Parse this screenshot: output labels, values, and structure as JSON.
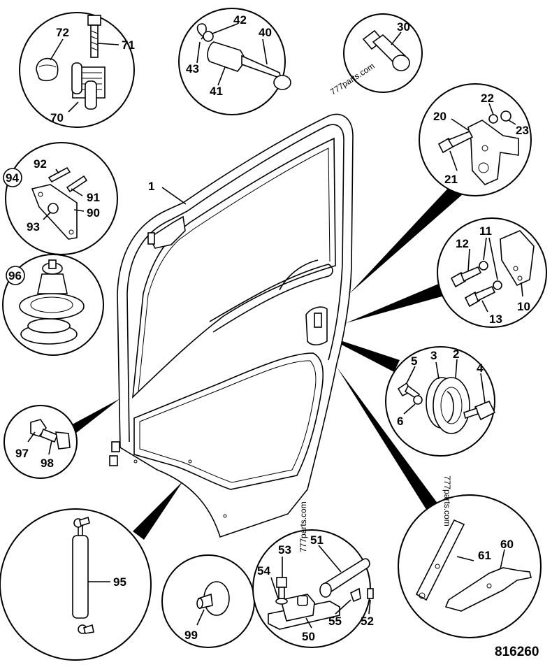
{
  "diagram": {
    "drawing_number": "816260",
    "watermarks": [
      "777parts.com",
      "777parts.com",
      "777parts.com"
    ],
    "labels": {
      "l1": "1",
      "l2": "2",
      "l3": "3",
      "l4": "4",
      "l5": "5",
      "l6": "6",
      "l10": "10",
      "l11": "11",
      "l12": "12",
      "l13": "13",
      "l20": "20",
      "l21": "21",
      "l22": "22",
      "l23": "23",
      "l30": "30",
      "l40": "40",
      "l41": "41",
      "l42": "42",
      "l43": "43",
      "l50": "50",
      "l51": "51",
      "l52": "52",
      "l53": "53",
      "l54": "54",
      "l55": "55",
      "l60": "60",
      "l61": "61",
      "l70": "70",
      "l71": "71",
      "l72": "72",
      "l90": "90",
      "l91": "91",
      "l92": "92",
      "l93": "93",
      "l94": "94",
      "l95": "95",
      "l96": "96",
      "l97": "97",
      "l98": "98",
      "l99": "99"
    }
  }
}
